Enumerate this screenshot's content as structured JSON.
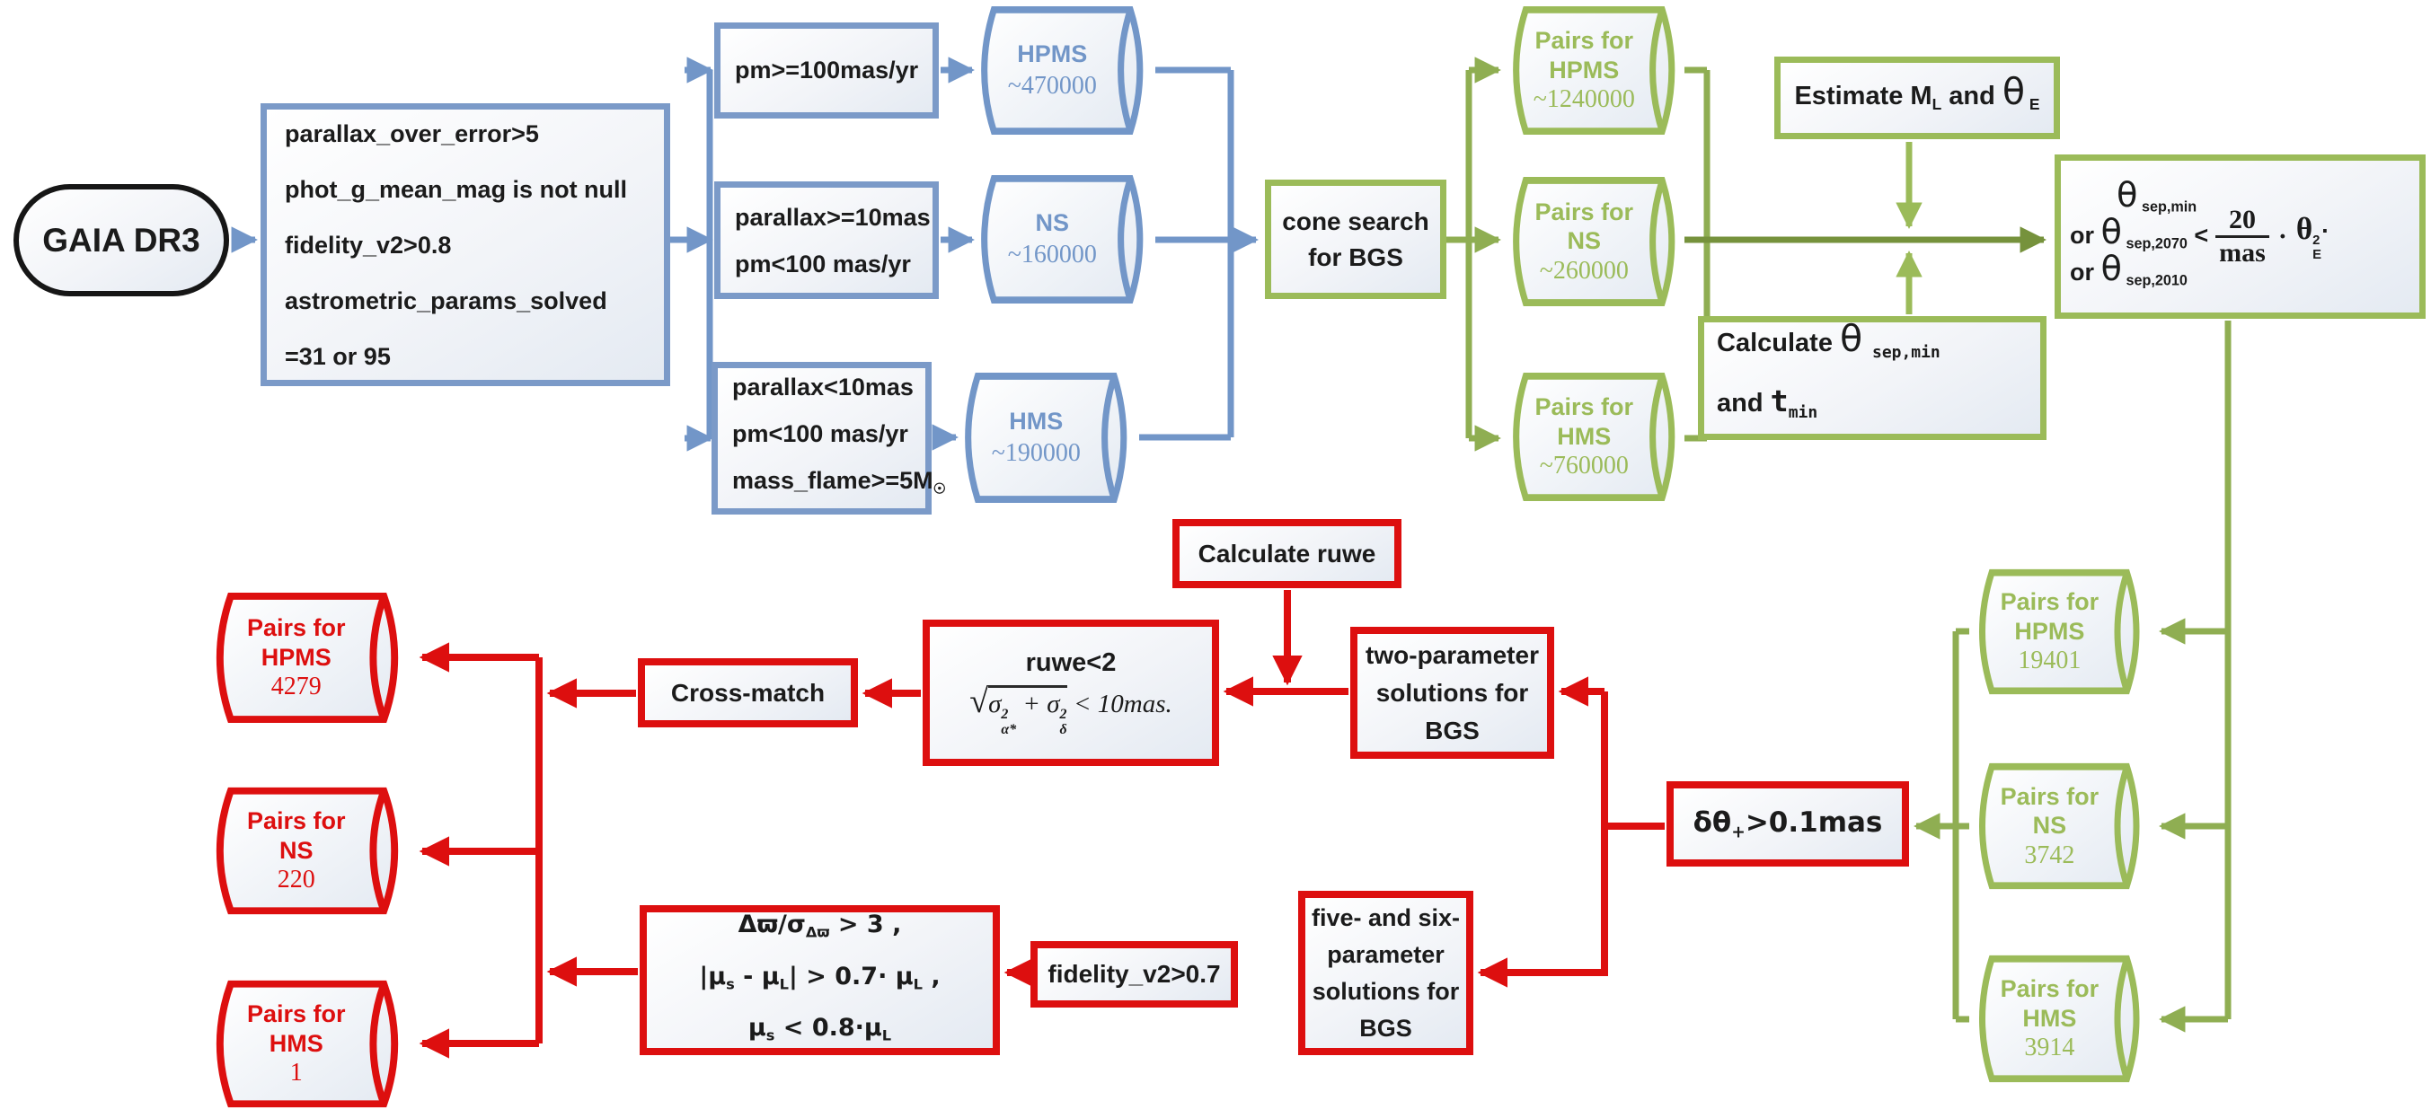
{
  "colors": {
    "blue": "#7296c8",
    "blue_border": "#7b9ac8",
    "green": "#9bbb59",
    "green_line": "#8fae52",
    "green_dark": "#76923c",
    "red": "#dd0f0f",
    "ink": "#1b1b1b"
  },
  "gaia": {
    "label": "GAIA DR3"
  },
  "criteria": {
    "lines": [
      "parallax_over_error>5",
      "phot_g_mean_mag is not null",
      "fidelity_v2>0.8",
      "astrometric_params_solved",
      "=31 or 95"
    ]
  },
  "filters": {
    "f1": {
      "l1": "pm>=100mas/yr"
    },
    "f2": {
      "l1": "parallax>=10mas",
      "l2": "pm<100 mas/yr"
    },
    "f3": {
      "l1": "parallax<10mas",
      "l2": "pm<100 mas/yr",
      "l3": [
        {
          "s": "n",
          "t": "mass_flame>=5M"
        },
        {
          "s": "sub",
          "t": "☉"
        }
      ]
    }
  },
  "cyl_blue": [
    {
      "name": "HPMS",
      "count": "~470000"
    },
    {
      "name": "NS",
      "count": "~160000"
    },
    {
      "name": "HMS",
      "count": "~190000"
    }
  ],
  "cone": {
    "lines": [
      "cone search",
      "for BGS"
    ]
  },
  "cyl_mid": [
    {
      "l1": "Pairs for",
      "name": "HPMS",
      "count": "~1240000"
    },
    {
      "l1": "Pairs for",
      "name": "NS",
      "count": "~260000"
    },
    {
      "l1": "Pairs for",
      "name": "HMS",
      "count": "~760000"
    }
  ],
  "estimate": {
    "rich": [
      {
        "s": "n",
        "t": "Estimate M"
      },
      {
        "s": "sub",
        "t": "L"
      },
      {
        "s": "n",
        "t": " and "
      },
      {
        "s": "theta",
        "t": "θ"
      },
      {
        "s": "sub",
        "t": " E"
      }
    ]
  },
  "calc_sep": {
    "l1": [
      {
        "s": "n",
        "t": "Calculate "
      },
      {
        "s": "theta",
        "t": "θ"
      },
      {
        "s": "msub",
        "t": " sep,min"
      }
    ],
    "l2": [
      {
        "s": "n",
        "t": "and "
      },
      {
        "s": "mono",
        "t": "t"
      },
      {
        "s": "msub",
        "t": "min"
      }
    ]
  },
  "condition": {
    "l1": [
      {
        "s": "theta",
        "t": "θ"
      },
      {
        "s": "sub",
        "t": " sep,min"
      }
    ],
    "l2": [
      {
        "s": "n",
        "t": "or "
      },
      {
        "s": "theta",
        "t": "θ"
      },
      {
        "s": "sub",
        "t": " sep,2070"
      },
      {
        "s": "n",
        "t": " <"
      }
    ],
    "l3": [
      {
        "s": "n",
        "t": "or "
      },
      {
        "s": "theta",
        "t": "θ"
      },
      {
        "s": "sub",
        "t": " sep,2010"
      }
    ],
    "num": "20",
    "den": "mas",
    "mult": "·",
    "tail": [
      {
        "s": "stheta",
        "t": "θ"
      },
      {
        "s": "stack",
        "t": "2|E"
      },
      {
        "s": "n",
        "t": "·"
      }
    ]
  },
  "cyl_right": [
    {
      "l1": "Pairs for",
      "name": "HPMS",
      "count": "19401"
    },
    {
      "l1": "Pairs for",
      "name": "NS",
      "count": "3742"
    },
    {
      "l1": "Pairs for",
      "name": "HMS",
      "count": "3914"
    }
  ],
  "delta": {
    "rich": [
      {
        "s": "n",
        "t": "δθ"
      },
      {
        "s": "sub",
        "t": "+"
      },
      {
        "s": "n",
        "t": ">0.1mas"
      }
    ]
  },
  "calc_ruwe": {
    "label": "Calculate ruwe"
  },
  "two_param": {
    "lines": [
      "two-parameter",
      "solutions for",
      "BGS"
    ]
  },
  "five_param": {
    "lines": [
      "five- and six-",
      "parameter",
      "solutions for",
      "BGS"
    ]
  },
  "ruwe": {
    "title": "ruwe<2",
    "sqrt": "√",
    "radicand": [
      {
        "s": "sig",
        "t": "σ"
      },
      {
        "s": "stack",
        "t": "2|α*"
      },
      {
        "s": "sig",
        "t": " + σ"
      },
      {
        "s": "stack",
        "t": "2|δ"
      }
    ],
    "tail": " < 10mas."
  },
  "crossmatch": {
    "label": "Cross-match"
  },
  "fidelity": {
    "label": "fidelity_v2>0.7"
  },
  "formula": {
    "l1": [
      {
        "s": "n",
        "t": "Δϖ/σ"
      },
      {
        "s": "sub",
        "t": "Δϖ"
      },
      {
        "s": "n",
        "t": " > 3 ,"
      }
    ],
    "l2": [
      {
        "s": "n",
        "t": "|μ"
      },
      {
        "s": "sub",
        "t": "s"
      },
      {
        "s": "n",
        "t": " - μ"
      },
      {
        "s": "sub",
        "t": "L"
      },
      {
        "s": "n",
        "t": "| > 0.7· μ"
      },
      {
        "s": "sub",
        "t": "L"
      },
      {
        "s": "n",
        "t": " ,"
      }
    ],
    "l3": [
      {
        "s": "n",
        "t": "μ"
      },
      {
        "s": "sub",
        "t": "s"
      },
      {
        "s": "n",
        "t": " < 0.8·μ"
      },
      {
        "s": "sub",
        "t": "L"
      }
    ]
  },
  "cyl_red": [
    {
      "l1": "Pairs for",
      "name": "HPMS",
      "count": "4279"
    },
    {
      "l1": "Pairs for",
      "name": "NS",
      "count": "220"
    },
    {
      "l1": "Pairs for",
      "name": "HMS",
      "count": "1"
    }
  ]
}
